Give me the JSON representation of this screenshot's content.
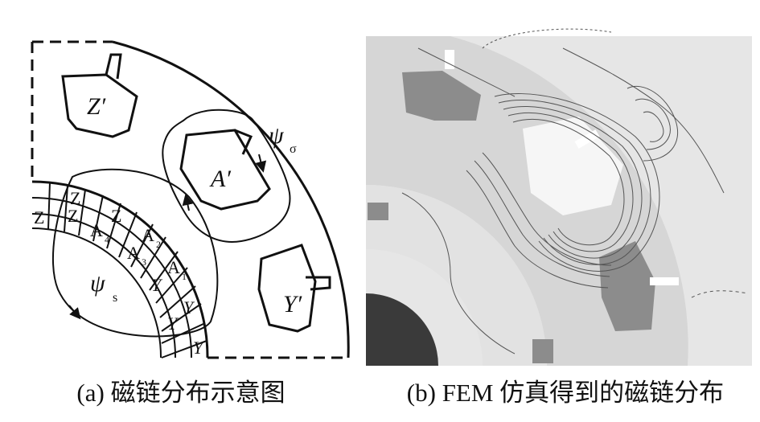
{
  "panel_a": {
    "slot_labels": {
      "upper": "Z′",
      "middle": "A′",
      "lower": "Y′"
    },
    "leakage_flux": {
      "symbol": "ψ",
      "subscript": "σ"
    },
    "main_flux": {
      "symbol": "ψ",
      "subscript": "s"
    },
    "winding_labels": {
      "z_outer_1": "Z",
      "z_outer_2": "Z",
      "z_inner_1": "Z",
      "z_inner_2": "Z",
      "a4": "A",
      "a4_sub": "4",
      "a2": "A",
      "a2_sub": "2",
      "a3": "A",
      "a3_sub": "3",
      "a1": "A",
      "a1_sub": "1",
      "y1": "Y",
      "y2": "Y",
      "y3": "Y",
      "y4": "Y"
    },
    "caption": "(a) 磁链分布示意图"
  },
  "panel_b": {
    "caption": "(b) FEM 仿真得到的磁链分布"
  },
  "colors": {
    "line": "#111111",
    "fem_background": "#d9d9d9",
    "fem_light": "#e9e9e9",
    "fem_slot": "#8c8c8c",
    "fem_rotor": "#3a3a3a",
    "fem_contour": "#555555"
  }
}
